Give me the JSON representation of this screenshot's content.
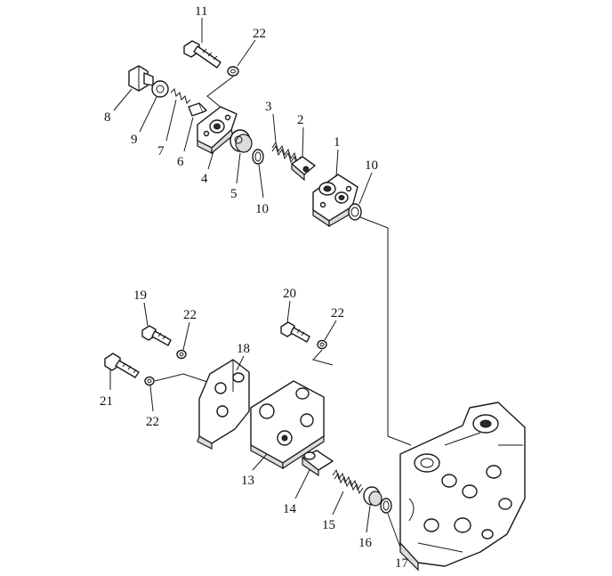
{
  "labels": {
    "n1": "1",
    "n2": "2",
    "n3": "3",
    "n4": "4",
    "n5": "5",
    "n6": "6",
    "n7": "7",
    "n8": "8",
    "n9": "9",
    "n10a": "10",
    "n10b": "10",
    "n11": "11",
    "n22a": "22",
    "n13": "13",
    "n14": "14",
    "n15": "15",
    "n16": "16",
    "n17": "17",
    "n18": "18",
    "n19": "19",
    "n20": "20",
    "n21": "21",
    "n22b": "22",
    "n22c": "22",
    "n22d": "22"
  }
}
